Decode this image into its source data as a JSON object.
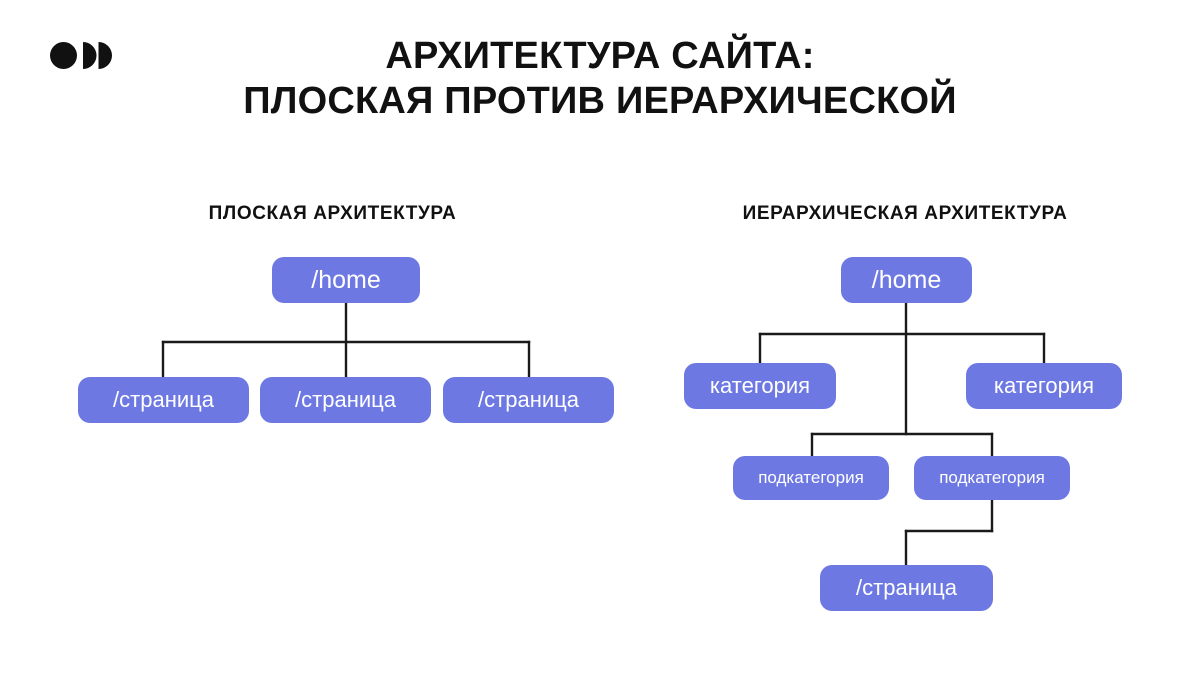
{
  "slide": {
    "background_color": "#ffffff",
    "title_lines": [
      "АРХИТЕКТУРА САЙТА:",
      "ПЛОСКАЯ ПРОТИВ ИЕРАРХИЧЕСКОЙ"
    ],
    "title_color": "#111111"
  },
  "logo": {
    "name": "odd-logo",
    "shapes": [
      "circle",
      "half-circle",
      "half-circle"
    ],
    "color": "#111111"
  },
  "sections": {
    "flat": {
      "heading": "ПЛОСКАЯ АРХИТЕКТУРА",
      "nodes": {
        "root": "/home",
        "page_1": "/страница",
        "page_2": "/страница",
        "page_3": "/страница"
      }
    },
    "hierarchical": {
      "heading": "ИЕРАРХИЧЕСКАЯ АРХИТЕКТУРА",
      "nodes": {
        "root": "/home",
        "category_1": "категория",
        "category_2": "категория",
        "subcategory_1": "подкатегория",
        "subcategory_2": "подкатегория",
        "page": "/страница"
      }
    }
  },
  "style": {
    "node_fill": "#6D78E3",
    "node_text_color": "#ffffff",
    "connector_color": "#1A1A1A"
  }
}
